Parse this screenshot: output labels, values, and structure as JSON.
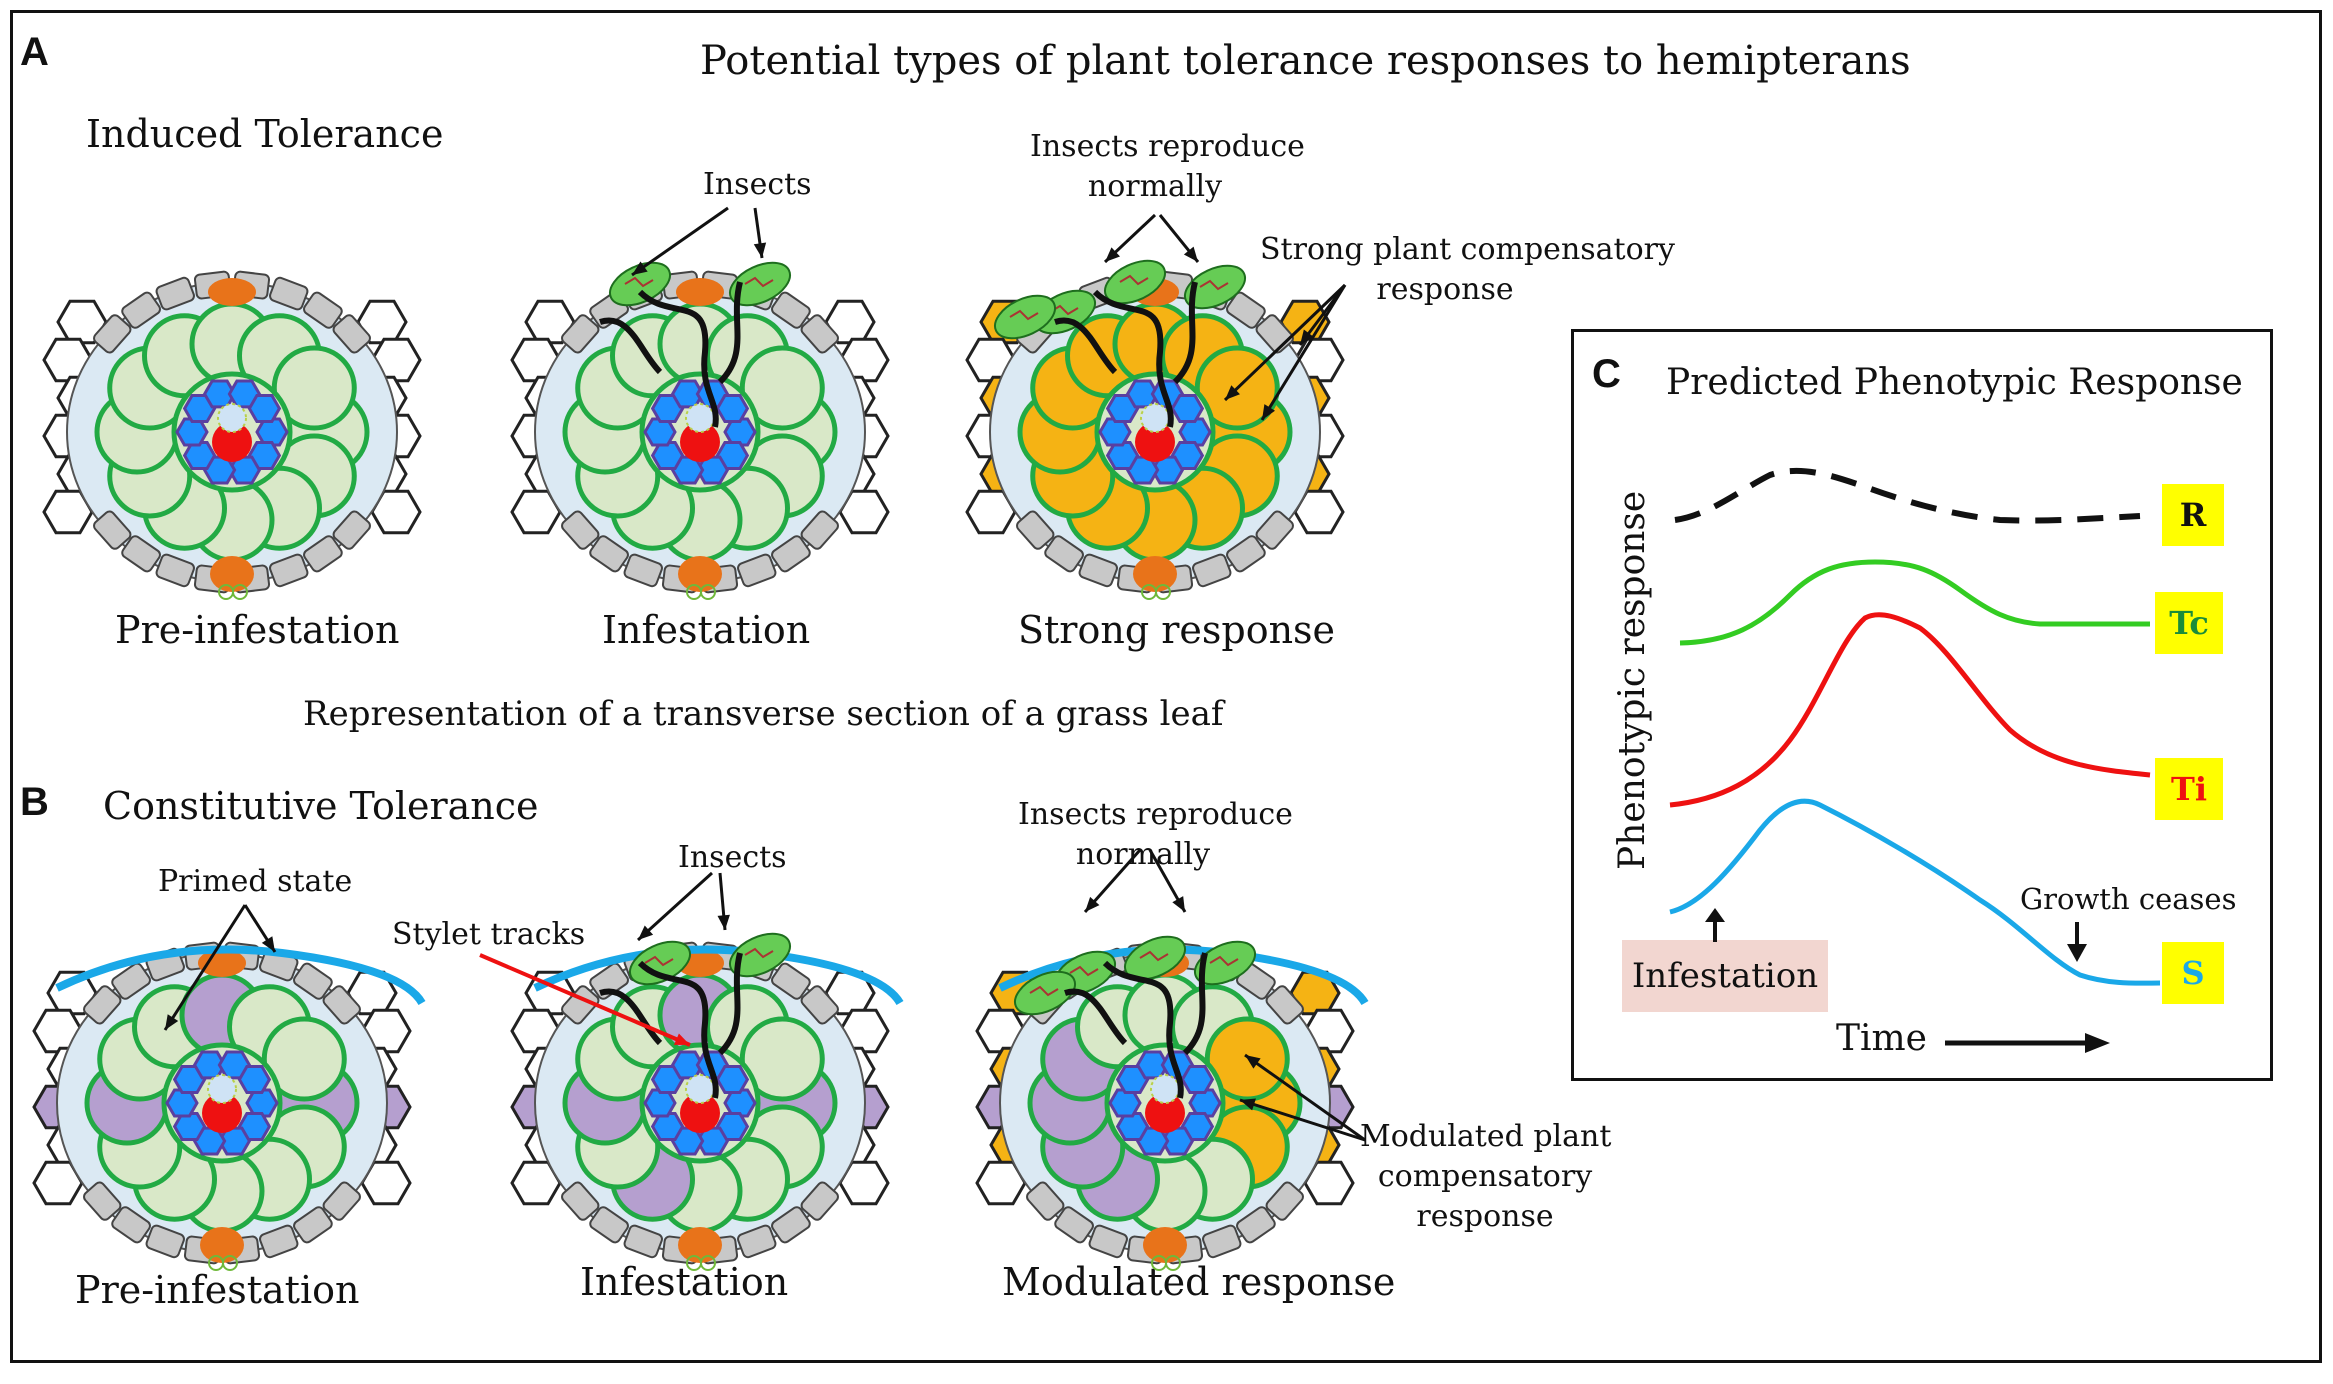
{
  "figure": {
    "panel_a_letter": "A",
    "panel_b_letter": "B",
    "panel_c_letter": "C",
    "title": "Potential types of plant tolerance responses to hemipterans",
    "section_a": "Induced Tolerance",
    "section_b": "Constitutive Tolerance",
    "caption_middle": "Representation of a transverse section of a grass leaf"
  },
  "panel_a": {
    "cap1": "Pre-infestation",
    "cap2": "Infestation",
    "cap3": "Strong response",
    "insects_label": "Insects",
    "reproduce_line1": "Insects reproduce",
    "reproduce_line2": "normally",
    "strong_line1": "Strong plant compensatory",
    "strong_line2": "response"
  },
  "panel_b": {
    "cap1": "Pre-infestation",
    "cap2": "Infestation",
    "cap3": "Modulated response",
    "primed_label": "Primed state",
    "insects_label": "Insects",
    "stylet_label": "Stylet tracks",
    "reproduce_line1": "Insects reproduce",
    "reproduce_line2": "normally",
    "mod_line1": "Modulated plant",
    "mod_line2": "compensatory",
    "mod_line3": "response"
  },
  "panel_c": {
    "title": "Predicted Phenotypic Response",
    "ylabel": "Phenotypic response",
    "xlabel": "Time",
    "infestation": "Infestation",
    "growth_ceases": "Growth ceases",
    "curves": [
      {
        "label": "R",
        "color": "#111111"
      },
      {
        "label": "Tc",
        "color": "#22bb22"
      },
      {
        "label": "Ti",
        "color": "#ee1111"
      },
      {
        "label": "S",
        "color": "#1aa8e8"
      }
    ]
  },
  "colors": {
    "epidermis": "#c8c8c8",
    "bundle_sheath": "#22aa44",
    "mesophyll": "#d9e8c8",
    "vascular": "#1e90ff",
    "phloem": "#ee1111",
    "compensatory": "#f5b314",
    "primed": "#b59fcf",
    "primed_layer": "#1aa8e8",
    "stomata": "#e8731a",
    "insect": "#66cc55"
  }
}
